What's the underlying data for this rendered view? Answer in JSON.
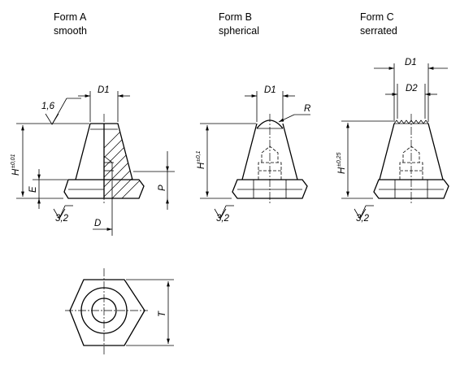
{
  "forms": [
    {
      "name": "Form A",
      "surface": "smooth"
    },
    {
      "name": "Form B",
      "surface": "spherical"
    },
    {
      "name": "Form C",
      "surface": "serrated"
    }
  ],
  "dimensions": {
    "d1": "D1",
    "d2": "D2",
    "d": "D",
    "e": "E",
    "p": "P",
    "r": "R",
    "t": "T",
    "h": "H",
    "h_tol_a": "±0,01",
    "h_tol_b": "±0,1",
    "h_tol_c": "±0,25"
  },
  "surface_roughness": {
    "top": "1,6",
    "base": "3,2"
  }
}
